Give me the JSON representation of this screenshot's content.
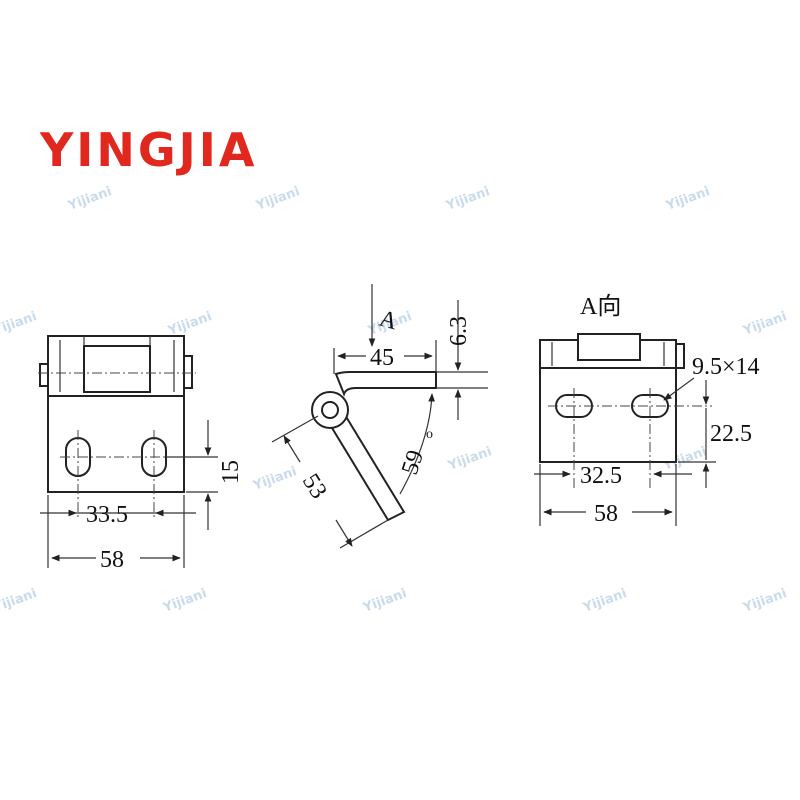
{
  "brand": {
    "logo_text": "YINGJIA",
    "logo_color": "#e1281e"
  },
  "watermark_text": "Yijiani",
  "left_view": {
    "dim_hole_spacing": "33.5",
    "dim_width": "58",
    "dim_hole_height": "15"
  },
  "side_view": {
    "dim_arm": "45",
    "dim_thickness": "6.3",
    "dim_leg": "53",
    "dim_angle": "59",
    "view_marker": "A"
  },
  "right_view": {
    "title": "A向",
    "dim_slot": "9.5×14",
    "dim_height": "22.5",
    "dim_hole_spacing": "32.5",
    "dim_width": "58"
  }
}
